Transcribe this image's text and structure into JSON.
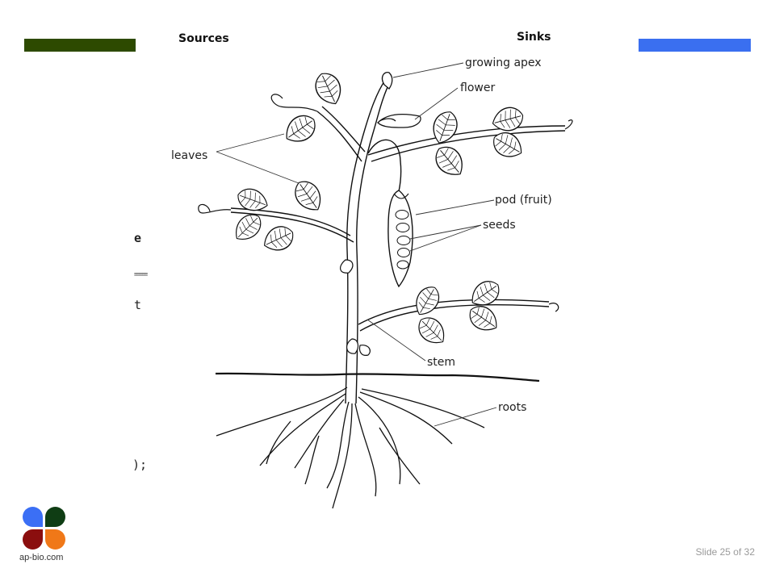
{
  "header": {
    "sources_label": "Sources",
    "sinks_label": "Sinks",
    "sources_color": "#2d4a00",
    "sinks_color": "#3a6ff0"
  },
  "fragments": [
    "e",
    "≡≡≡≡≡",
    "t",
    ");"
  ],
  "diagram": {
    "labels": {
      "growing_apex": "growing apex",
      "flower": "flower",
      "leaves": "leaves",
      "pod": "pod (fruit)",
      "seeds": "seeds",
      "stem": "stem",
      "roots": "roots"
    }
  },
  "footer": {
    "logo_text": "ap-bio.com",
    "logo_colors": [
      "#3b6ff5",
      "#0f3d14",
      "#8b0e0e",
      "#f07818"
    ],
    "slide_number": "Slide 25 of 32"
  }
}
